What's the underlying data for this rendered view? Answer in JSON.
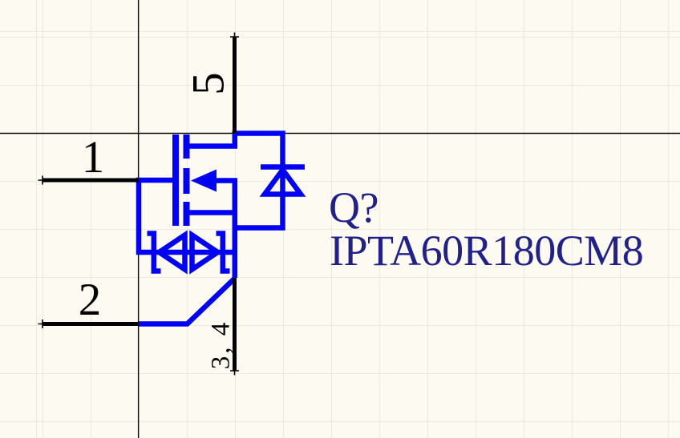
{
  "component": {
    "designator": "Q?",
    "comment": "IPTA60R180CM8"
  },
  "pins": {
    "top": {
      "label": "5"
    },
    "left_upper": {
      "label": "1"
    },
    "left_lower": {
      "label": "2"
    },
    "bottom": {
      "label": "3, 4"
    }
  },
  "icons": {
    "pin_hotspot": "cross-marker"
  },
  "colors": {
    "symbol": "#0000f5",
    "text": "#212189",
    "pin": "#000000",
    "background": "#fdfbf1",
    "grid": "#ebe9e0",
    "sheetline": "#0a0a0a"
  }
}
